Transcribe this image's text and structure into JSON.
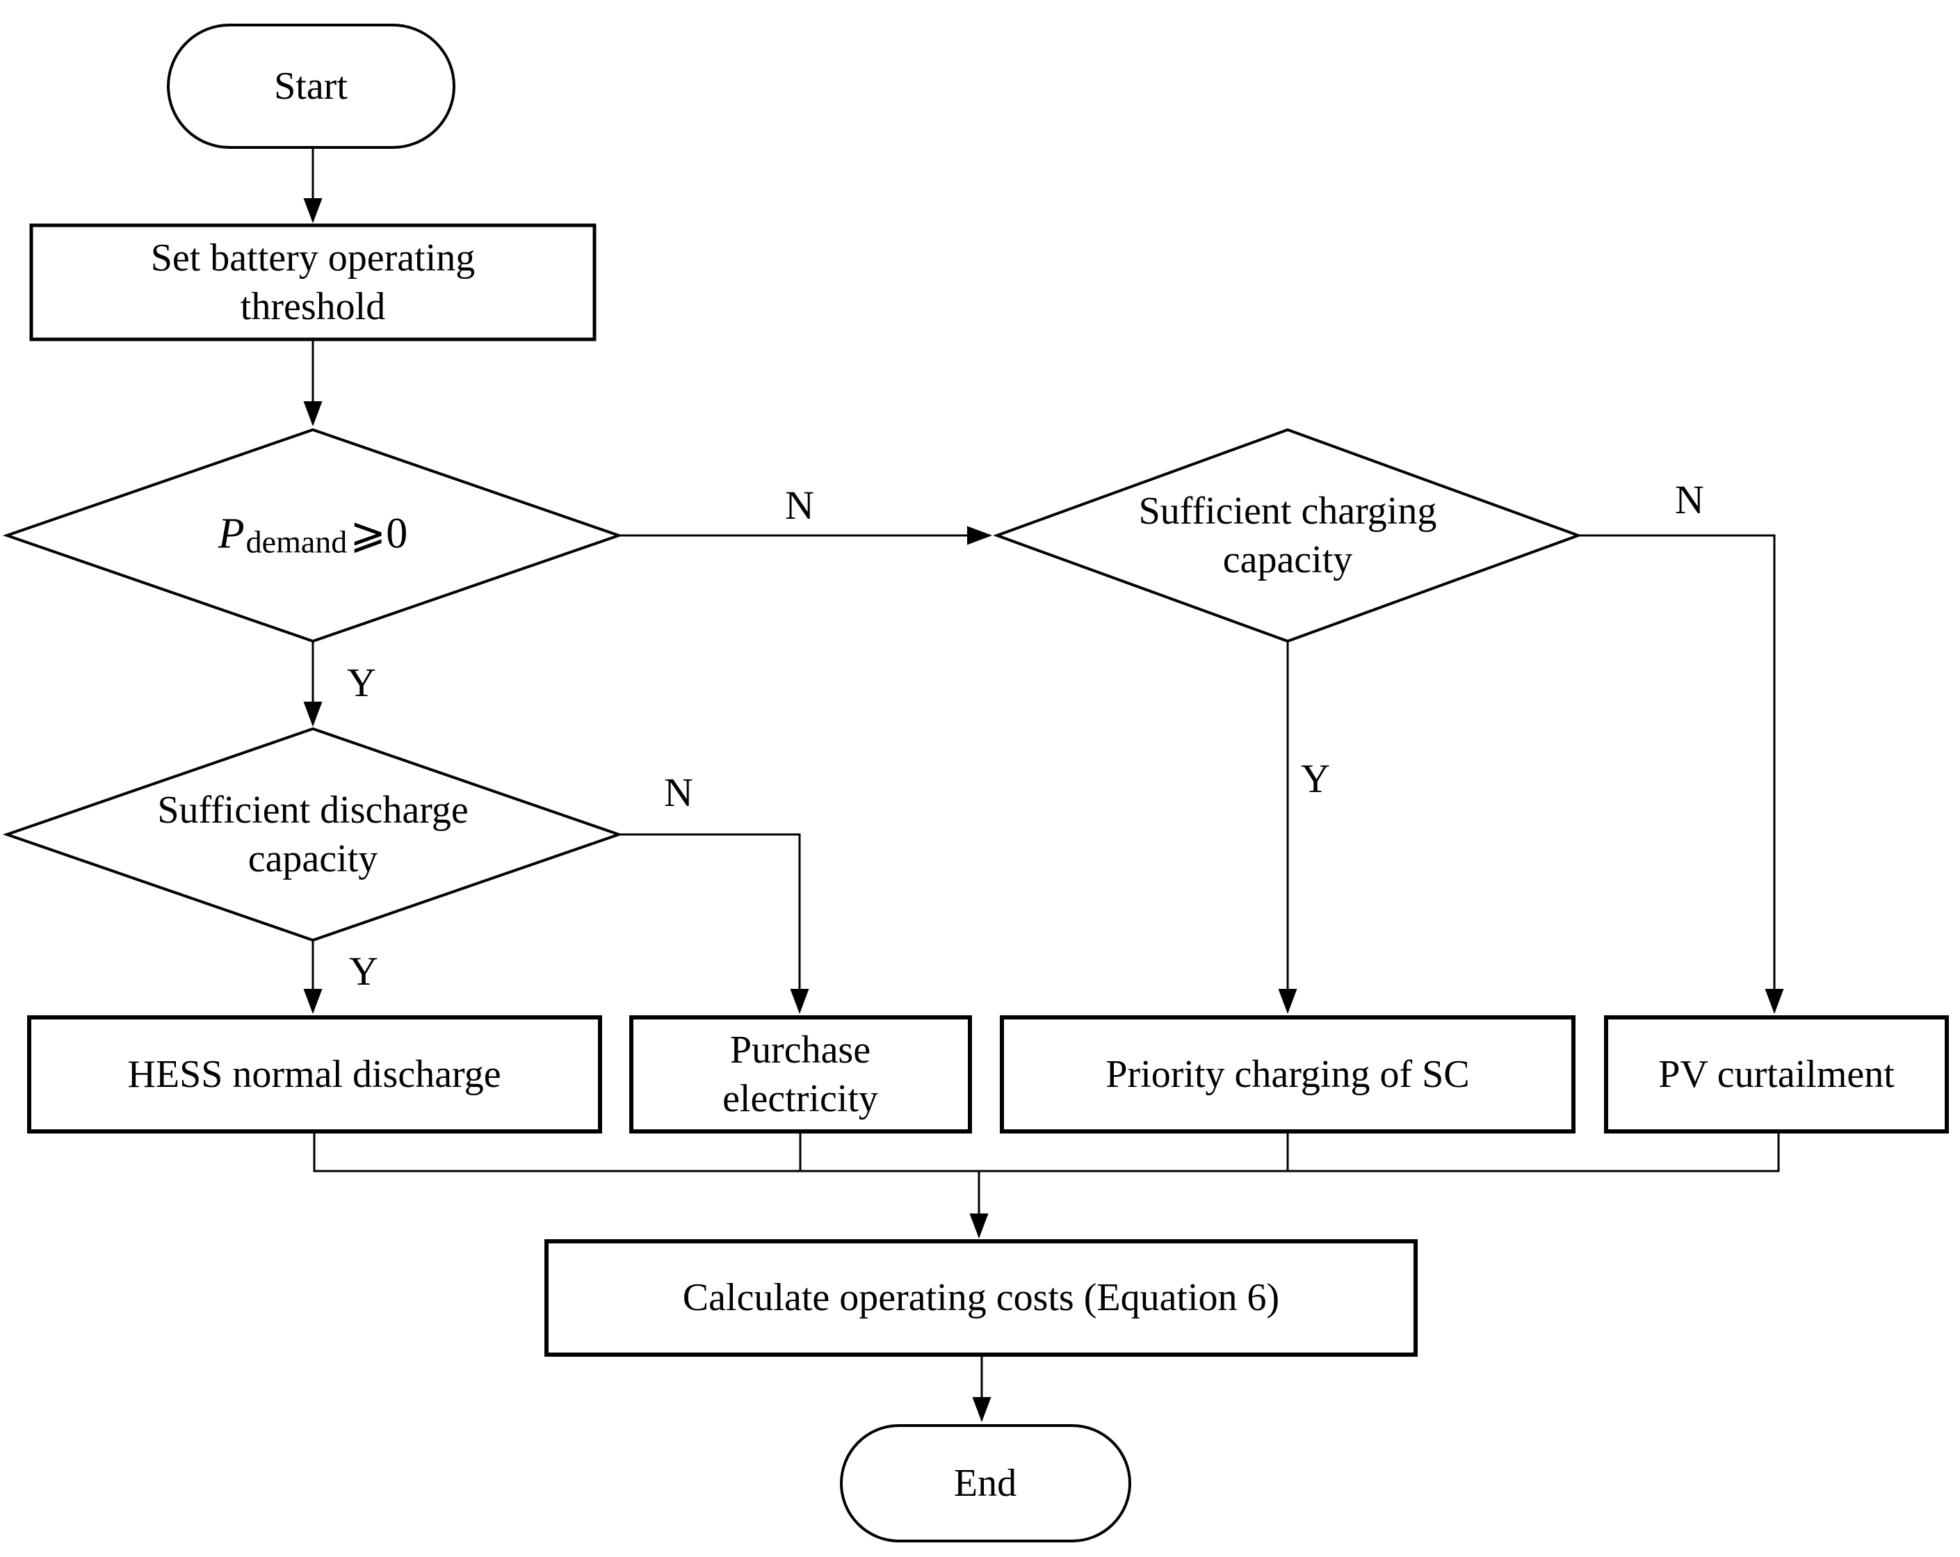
{
  "flowchart": {
    "colors": {
      "stroke": "#000000",
      "shape_fill": "#ffffff",
      "text": "#000000",
      "background": "#ffffff"
    },
    "nodes": {
      "start": {
        "type": "terminator",
        "label": "Start"
      },
      "set_threshold": {
        "type": "process",
        "lines": [
          "Set battery operating",
          "threshold"
        ]
      },
      "demand_check": {
        "type": "decision",
        "variable": "P",
        "subscript": "demand",
        "operator": "⩾",
        "value": "0"
      },
      "charging_check": {
        "type": "decision",
        "lines": [
          "Sufficient charging",
          "capacity"
        ]
      },
      "discharge_check": {
        "type": "decision",
        "lines": [
          "Sufficient discharge",
          "capacity"
        ]
      },
      "hess_discharge": {
        "type": "process",
        "label": "HESS normal discharge"
      },
      "purchase_electricity": {
        "type": "process",
        "lines": [
          "Purchase",
          "electricity"
        ]
      },
      "priority_charging": {
        "type": "process",
        "label": "Priority charging of SC"
      },
      "pv_curtailment": {
        "type": "process",
        "label": "PV curtailment"
      },
      "calculate_costs": {
        "type": "process",
        "label": "Calculate operating costs (Equation 6)"
      },
      "end": {
        "type": "terminator",
        "label": "End"
      }
    },
    "edge_labels": {
      "demand_yes": "Y",
      "demand_no": "N",
      "discharge_yes": "Y",
      "discharge_no": "N",
      "charging_yes": "Y",
      "charging_no": "N"
    }
  }
}
